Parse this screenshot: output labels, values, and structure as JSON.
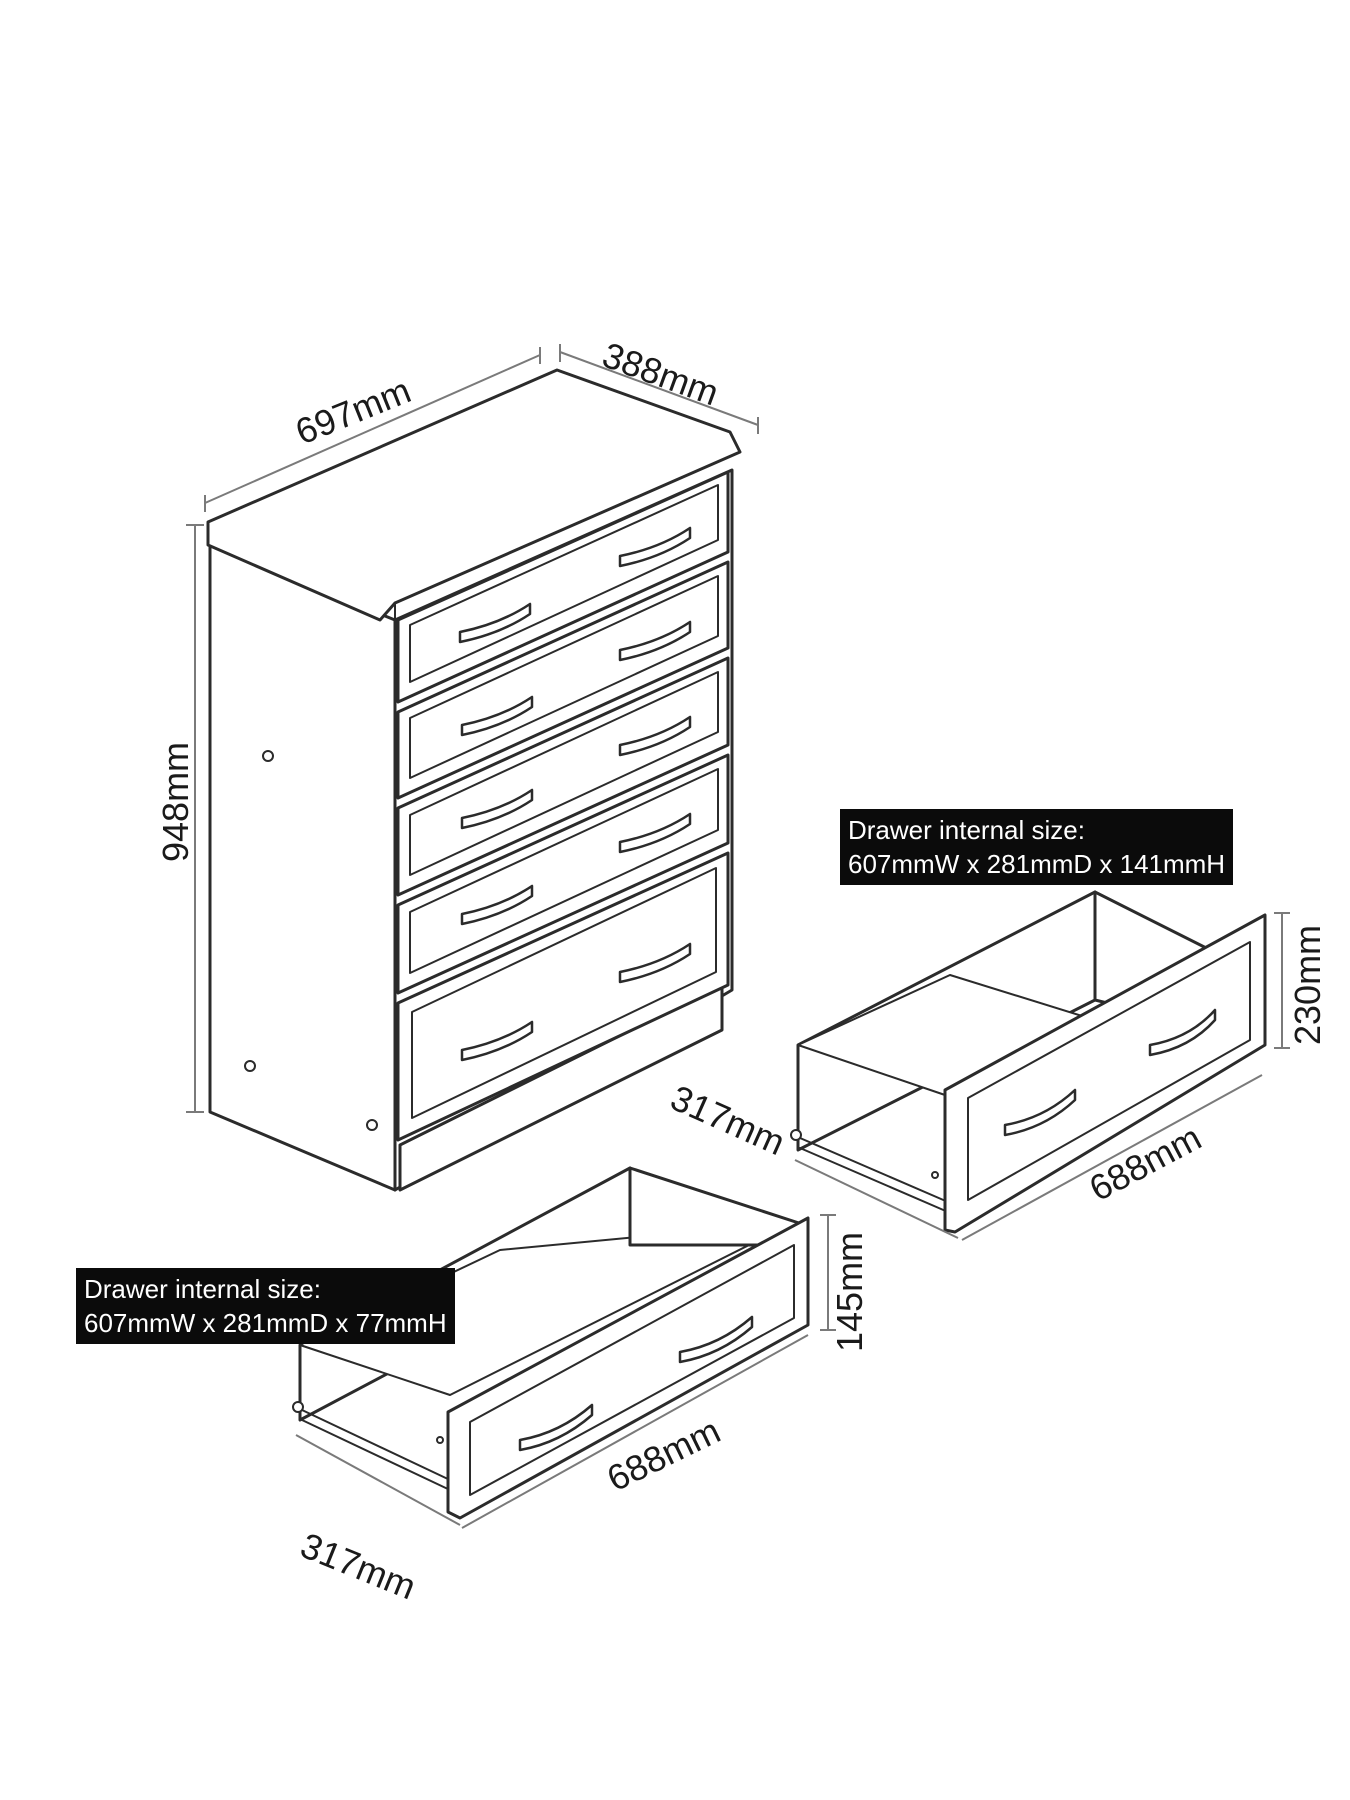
{
  "dimensions": {
    "chest_width": "697mm",
    "chest_depth": "388mm",
    "chest_height": "948mm",
    "upper_drawer_height": "230mm",
    "upper_drawer_depth": "317mm",
    "upper_drawer_width": "688mm",
    "lower_drawer_height": "145mm",
    "lower_drawer_depth": "317mm",
    "lower_drawer_width": "688mm"
  },
  "labels": {
    "deep_drawer": {
      "line1": "Drawer internal size:",
      "line2": "607mmW x 281mmD x 141mmH"
    },
    "shallow_drawer": {
      "line1": "Drawer internal size:",
      "line2": "607mmW x 281mmD x 77mmH"
    }
  }
}
